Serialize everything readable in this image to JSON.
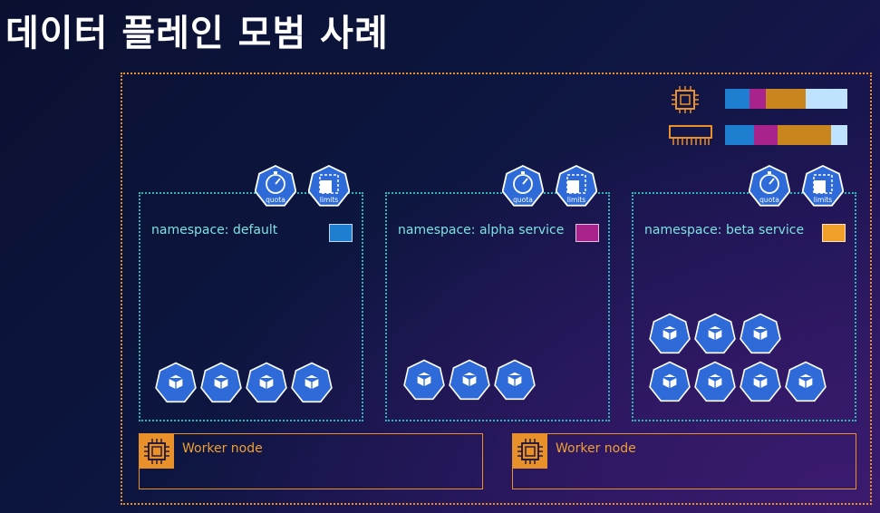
{
  "title": "데이터 플레인 모범 사례",
  "colors": {
    "cluster_border": "#e8902a",
    "namespace_border": "#2fb7b7",
    "default": "#1e7fd0",
    "alpha": "#a8248c",
    "beta": "#f0a028",
    "free": "#bfe3ff",
    "pod": "#2f6bd8"
  },
  "resources": {
    "cpu": {
      "icon": "cpu-chip-icon",
      "segments": [
        {
          "name": "default",
          "fraction": 0.2,
          "color": "#1e7fd0"
        },
        {
          "name": "alpha",
          "fraction": 0.13,
          "color": "#a8248c"
        },
        {
          "name": "beta",
          "fraction": 0.33,
          "color": "#c9861f"
        },
        {
          "name": "free",
          "fraction": 0.34,
          "color": "#bfe3ff"
        }
      ]
    },
    "memory": {
      "icon": "memory-module-icon",
      "segments": [
        {
          "name": "default",
          "fraction": 0.24,
          "color": "#1e7fd0"
        },
        {
          "name": "alpha",
          "fraction": 0.19,
          "color": "#a8248c"
        },
        {
          "name": "beta",
          "fraction": 0.44,
          "color": "#c9861f"
        },
        {
          "name": "free",
          "fraction": 0.13,
          "color": "#bfe3ff"
        }
      ]
    }
  },
  "namespaces": [
    {
      "label": "namespace: default",
      "color": "#1e7fd0",
      "pods": 4
    },
    {
      "label": "namespace: alpha service",
      "color": "#a8248c",
      "pods": 3
    },
    {
      "label": "namespace: beta service",
      "color": "#f0a028",
      "pods": 7
    }
  ],
  "badges": {
    "quota": "quota",
    "limits": "limits"
  },
  "workers": [
    {
      "label": "Worker node"
    },
    {
      "label": "Worker node"
    }
  ]
}
